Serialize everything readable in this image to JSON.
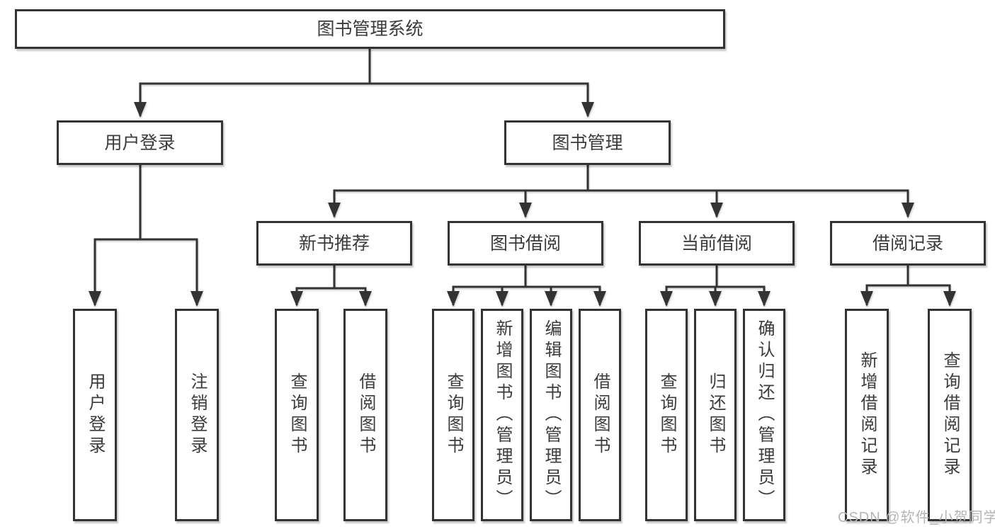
{
  "tree": {
    "root": {
      "label": "图书管理系统"
    },
    "branches": [
      {
        "label": "用户登录",
        "children": [
          {
            "label": "用户登录"
          },
          {
            "label": "注销登录"
          }
        ]
      },
      {
        "label": "图书管理",
        "sections": [
          {
            "label": "新书推荐",
            "children": [
              {
                "label": "查询图书"
              },
              {
                "label": "借阅图书"
              }
            ]
          },
          {
            "label": "图书借阅",
            "children": [
              {
                "label": "查询图书"
              },
              {
                "label": "新增图书（管理员）"
              },
              {
                "label": "编辑图书（管理员）"
              },
              {
                "label": "借阅图书"
              }
            ]
          },
          {
            "label": "当前借阅",
            "children": [
              {
                "label": "查询图书"
              },
              {
                "label": "归还图书"
              },
              {
                "label": "确认归还（管理员）"
              }
            ]
          },
          {
            "label": "借阅记录",
            "children": [
              {
                "label": "新增借阅记录"
              },
              {
                "label": "查询借阅记录"
              }
            ]
          }
        ]
      }
    ]
  },
  "watermark": {
    "text": "CSDN @软件_小贺同学"
  },
  "colors": {
    "line": "#333333",
    "box_border": "#333333",
    "text": "#3b3b3b",
    "watermark": "#b5b5b5",
    "background": "#ffffff"
  }
}
